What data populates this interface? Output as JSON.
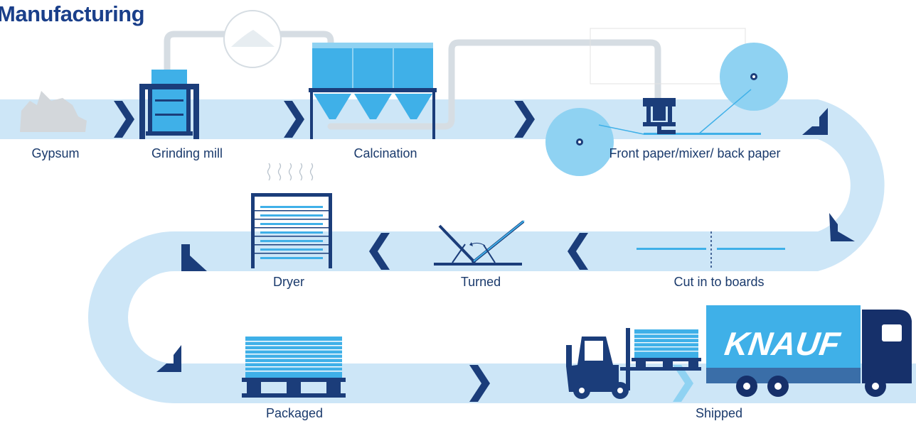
{
  "title": "Manufacturing",
  "brand": "KNAUF",
  "steps": {
    "gypsum": "Gypsum",
    "grinding": "Grinding mill",
    "calcination": "Calcination",
    "paper": "Front paper/mixer/ back paper",
    "cut": "Cut in to boards",
    "turned": "Turned",
    "dryer": "Dryer",
    "packaged": "Packaged",
    "shipped": "Shipped"
  },
  "colors": {
    "track": "#cde6f7",
    "navy": "#1b3d7a",
    "dark_navy": "#16306a",
    "blue": "#3fb0e8",
    "pipe": "#d6dde3",
    "title": "#1a3f8a"
  }
}
